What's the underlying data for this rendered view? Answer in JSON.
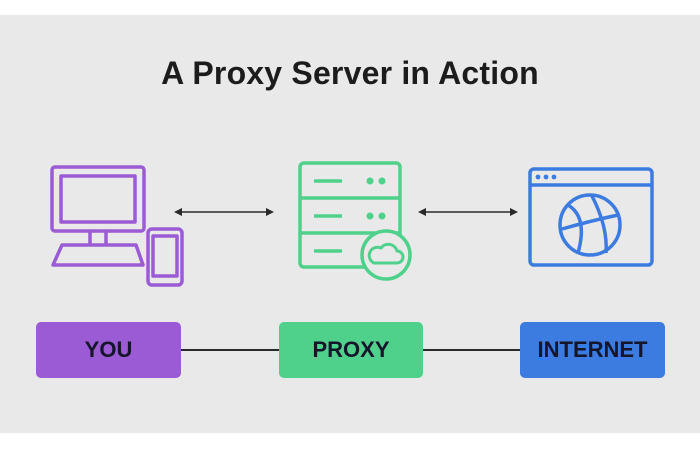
{
  "title": "A Proxy Server in Action",
  "nodes": [
    {
      "label": "YOU",
      "color": "#9b5bd4",
      "icon": "computer-and-phone-icon"
    },
    {
      "label": "PROXY",
      "color": "#4fd18b",
      "icon": "server-cloud-icon"
    },
    {
      "label": "INTERNET",
      "color": "#3c7be0",
      "icon": "browser-globe-icon"
    }
  ],
  "colors": {
    "background": "#e9e9e9",
    "purple": "#9b5bd4",
    "green": "#4fd18b",
    "blue": "#3c7be0",
    "line": "#2a2a2a"
  }
}
